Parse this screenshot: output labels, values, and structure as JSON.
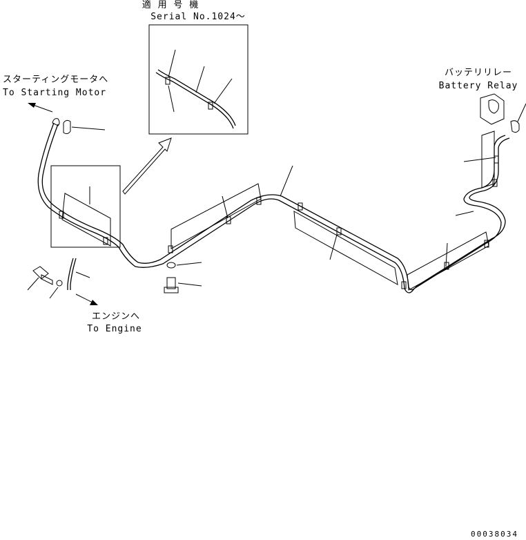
{
  "labels": {
    "serial_jp": "適 用 号 機",
    "serial_en": "Serial No.1024～",
    "starter_jp": "スターティングモータへ",
    "starter_en": "To Starting Motor",
    "relay_jp": "バッテリリレー",
    "relay_en": "Battery Relay",
    "engine_jp": "エンジンへ",
    "engine_en": "To Engine",
    "drawing_no": "00038034"
  }
}
